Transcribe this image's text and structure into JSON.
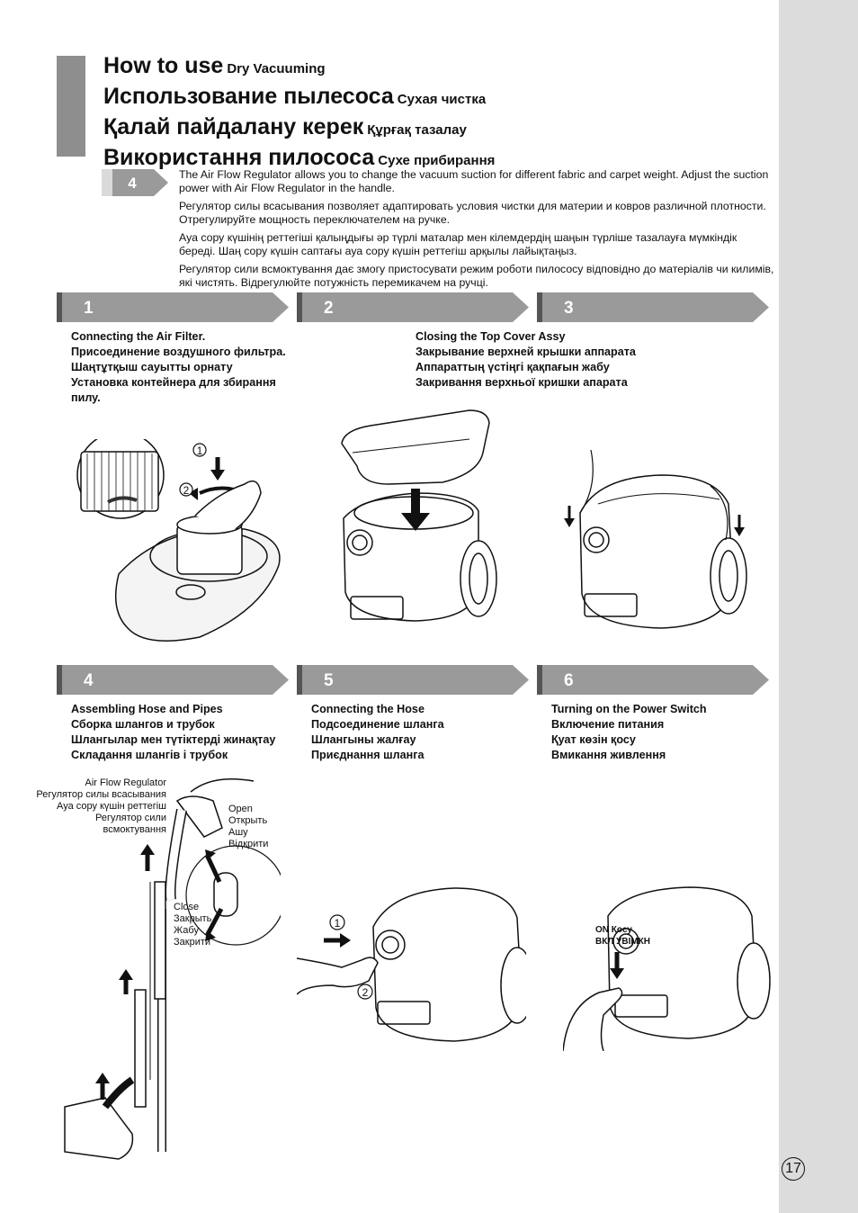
{
  "titles": [
    {
      "main": "How to use",
      "sub": "Dry Vacuuming"
    },
    {
      "main": "Использование пылесоса",
      "sub": "Сухая чистка"
    },
    {
      "main": "Қалай пайдалану керек",
      "sub": "Құрғақ тазалау"
    },
    {
      "main": "Використання пилососа",
      "sub": "Сухе прибирання"
    }
  ],
  "tip": {
    "badge": "4",
    "paragraphs": [
      "The Air Flow Regulator allows you to change the vacuum suction for different fabric and carpet weight. Adjust the suction power with Air Flow Regulator in the handle.",
      "Регулятор силы всасывания позволяет адаптировать условия чистки для материи и ковров различной плотности. Отрегулируйте мощность переключателем на ручке.",
      "Ауа сору күшінің реттегіші қалыңдығы әр түрлі маталар мен кілемдердің шаңын түрліше тазалауға мүмкіндік береді. Шаң сору күшін саптағы ауа сору күшін реттегіш арқылы лайықтаңыз.",
      "Регулятор сили всмоктування дає змогу пристосувати режим роботи пилососу відповідно до матеріалів чи килимів, які чистять. Відрегулюйте потужність перемикачем на ручці."
    ]
  },
  "steps": [
    {
      "num": "1",
      "lines": [
        "Connecting the Air Filter.",
        "Присоединение воздушного фильтра.",
        "Шаңтұтқыш сауытты орнату",
        "Установка контейнера для збирання",
        "пилу."
      ]
    },
    {
      "num": "2",
      "lines": [
        "Closing the Top Cover Assy",
        "Закрывание верхней крышки аппарата",
        "Аппараттың үстіңгі қақпағын жабу",
        "Закривання верхньої кришки апарата"
      ]
    },
    {
      "num": "3",
      "lines": []
    },
    {
      "num": "4",
      "lines": [
        "Assembling Hose and Pipes",
        "Сборка шлангов и трубок",
        "Шлангылар мен түтіктерді жинақтау",
        "Складання шлангів і трубок"
      ]
    },
    {
      "num": "5",
      "lines": [
        "Connecting the Hose",
        "Подсоединение шланга",
        "Шлангыны жалғау",
        "Приєднання шланга"
      ]
    },
    {
      "num": "6",
      "lines": [
        "Turning on the Power Switch",
        "Включение питания",
        "Қуат көзін қосу",
        "Вмикання живлення"
      ]
    }
  ],
  "callouts": {
    "regulator": [
      "Air Flow Regulator",
      "Регулятор силы всасывания",
      "Ауа сору күшін реттегіш",
      "Регулятор сили",
      "всмоктування"
    ],
    "open": [
      "Open",
      "Открыть",
      "Ашу",
      "Відкрити"
    ],
    "close": [
      "Close",
      "Закрыть",
      "Жабу",
      "Закрити"
    ],
    "marker1": "1",
    "marker2": "2",
    "power_on": "ON",
    "power_on_kk": "Қосу",
    "power_vkl": "ВКЛ",
    "power_uk": "УВІМКН"
  },
  "page_number": "17",
  "colors": {
    "bar": "#8e8e8e",
    "step_bar": "#9a9a9a",
    "sidebar": "#dcdcdc"
  }
}
